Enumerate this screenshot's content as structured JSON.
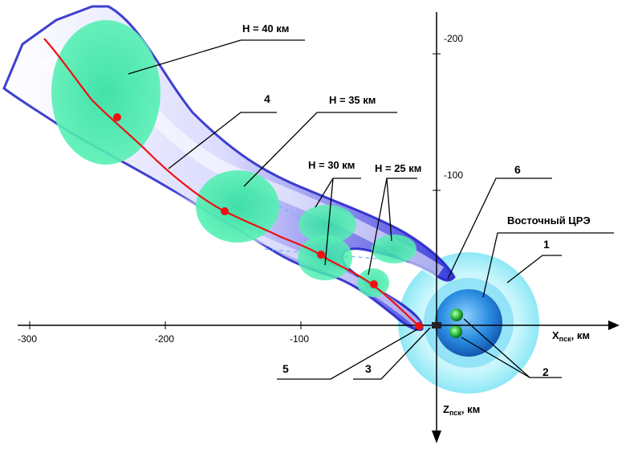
{
  "axes": {
    "x_label": "X",
    "x_sub": "пск",
    "x_unit": ",  км",
    "z_label": "Z",
    "z_sub": "пск",
    "z_unit": ",  км",
    "x_ticks": [
      "-300",
      "-200",
      "-100"
    ],
    "z_ticks": [
      "-200",
      "-100"
    ]
  },
  "altitude_labels": {
    "h40": "H = 40 км",
    "h35": "H = 35 км",
    "h30": "H = 30 км",
    "h25": "H = 25 км"
  },
  "callouts": {
    "n1": "1",
    "n2": "2",
    "n3": "3",
    "n4": "4",
    "n5": "5",
    "n6": "6",
    "center": "Восточный ЦРЭ"
  },
  "colors": {
    "corridor": "#2a2ad8",
    "ellipse": "#3fe8a6",
    "trajectory": "#ee1111",
    "zone_outer": "#aef0fa",
    "zone_inner": "#1f86dc",
    "satellite": "#2fbf3f"
  }
}
